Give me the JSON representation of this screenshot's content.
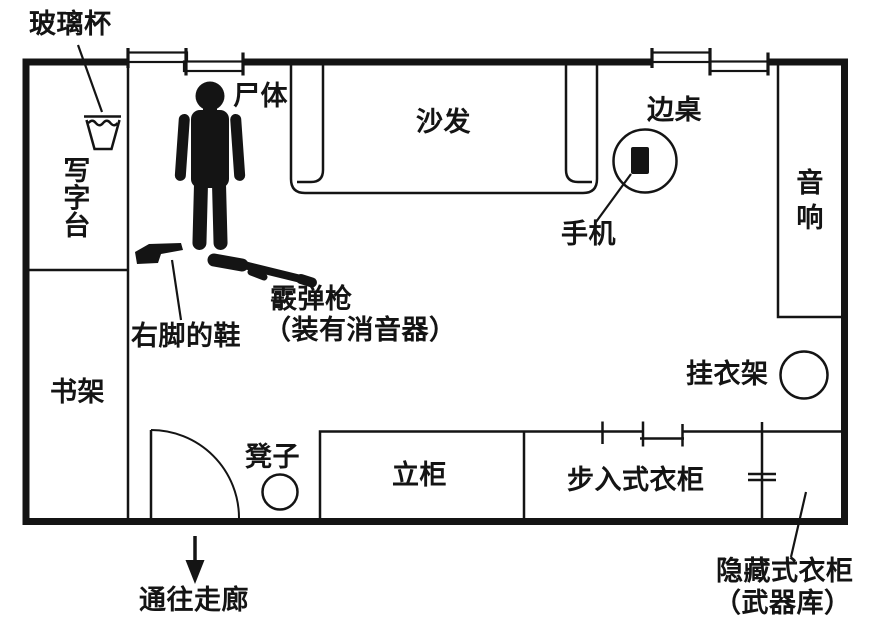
{
  "colors": {
    "background": "#ffffff",
    "ink": "#141414"
  },
  "labels": {
    "glass": "玻璃杯",
    "desk": "写字台",
    "bookshelf": "书架",
    "corpse": "尸体",
    "sofa": "沙发",
    "side_table": "边桌",
    "phone": "手机",
    "stereo": "音响",
    "coat_rack": "挂衣架",
    "right_shoe": "右脚的鞋",
    "shotgun": "霰弹枪",
    "shotgun_note": "（装有消音器）",
    "stool": "凳子",
    "cabinet": "立柜",
    "walkin_closet": "步入式衣柜",
    "hidden_closet": "隐藏式衣柜",
    "hidden_closet_note": "（武器库）",
    "corridor": "通往走廊"
  }
}
